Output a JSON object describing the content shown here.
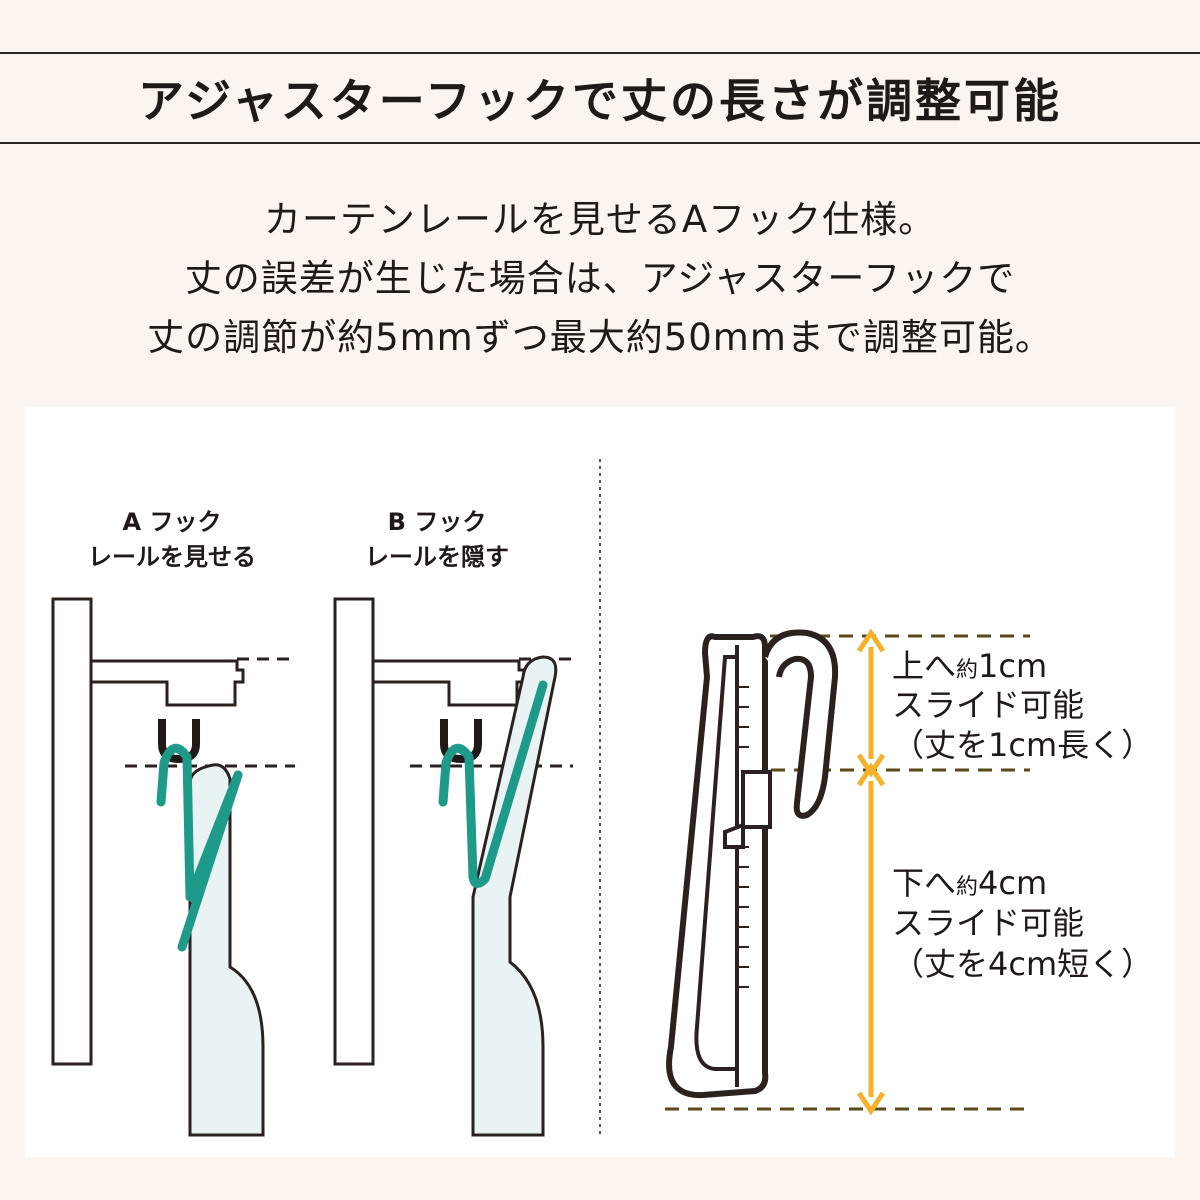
{
  "header": {
    "title": "アジャスターフックで丈の長さが調整可能"
  },
  "description": {
    "line1": "カーテンレールを見せるAフック仕様。",
    "line2": "丈の誤差が生じた場合は、アジャスターフックで",
    "line3": "丈の調節が約5mmずつ最大約50mmまで調整可能。"
  },
  "diagram": {
    "hook_a": {
      "title": "A フック",
      "subtitle": "レールを見せる"
    },
    "hook_b": {
      "title": "B フック",
      "subtitle": "レールを隠す"
    },
    "slide_up": {
      "line1_prefix": "上へ",
      "line1_small": "約",
      "line1_value": "1cm",
      "line2": "スライド可能",
      "line3": "（丈を1cm長く）"
    },
    "slide_down": {
      "line1_prefix": "下へ",
      "line1_small": "約",
      "line1_value": "4cm",
      "line2": "スライド可能",
      "line3": "（丈を4cm短く）"
    }
  },
  "colors": {
    "hook_teal": "#1e9a8a",
    "arrow_yellow": "#f4b12a",
    "dashed_olive": "#5a4a1a",
    "outline": "#2b2220",
    "fabric": "#eaf3f3",
    "background": "#fcf5ef"
  }
}
